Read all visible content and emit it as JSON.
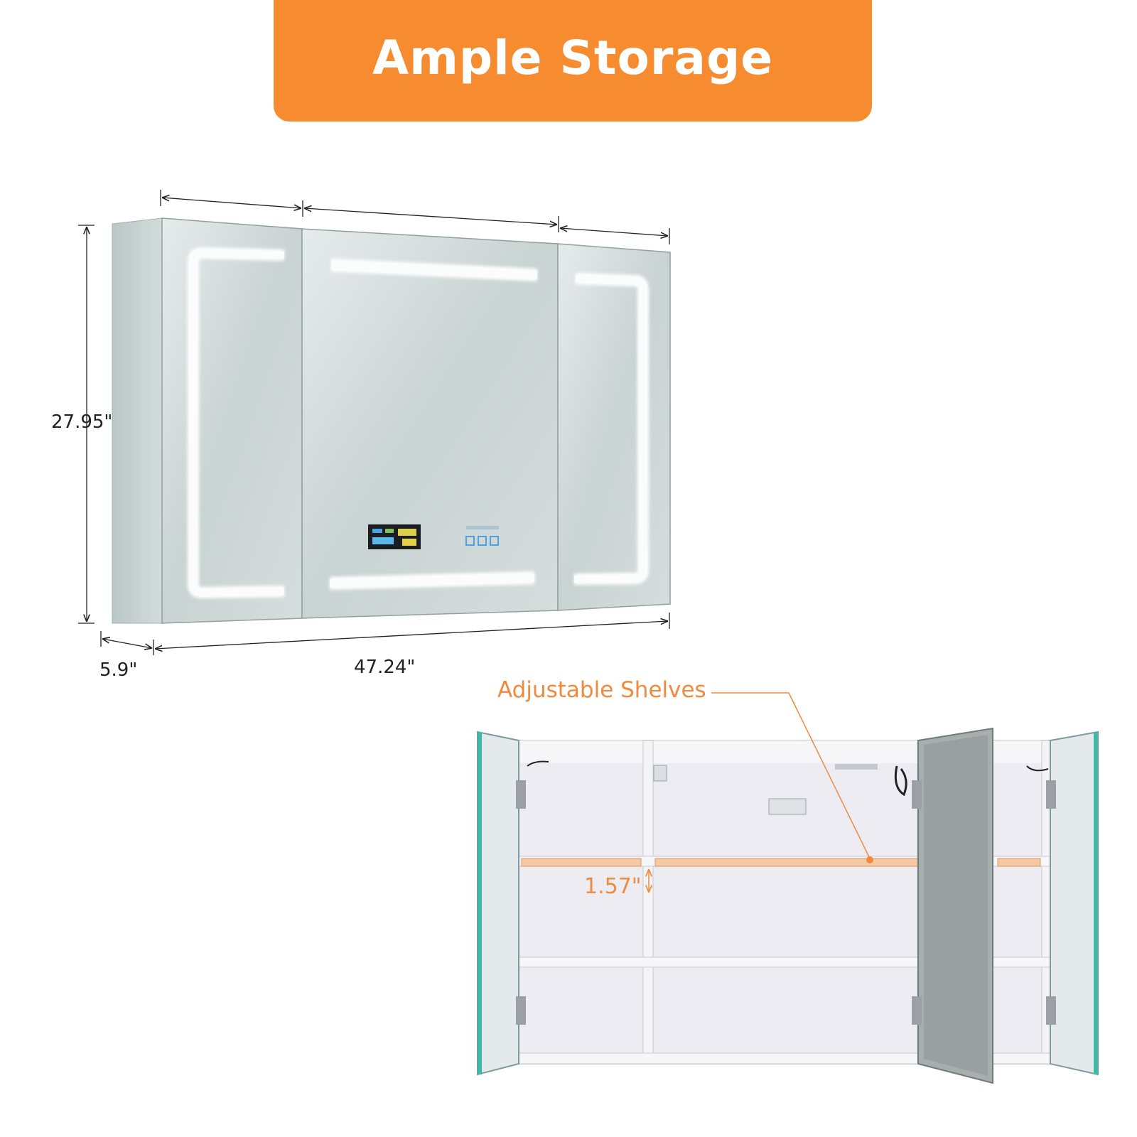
{
  "banner": {
    "title": "Ample Storage"
  },
  "dimensions": {
    "height": "27.95\"",
    "depth": "5.9\"",
    "width": "47.24\""
  },
  "callouts": {
    "shelves": "Adjustable Shelves",
    "shelf_gap": "1.57\""
  },
  "colors": {
    "accent": "#f78b2f",
    "callout": "#f08a3c",
    "shelf_highlight": "#f2c9a2"
  }
}
